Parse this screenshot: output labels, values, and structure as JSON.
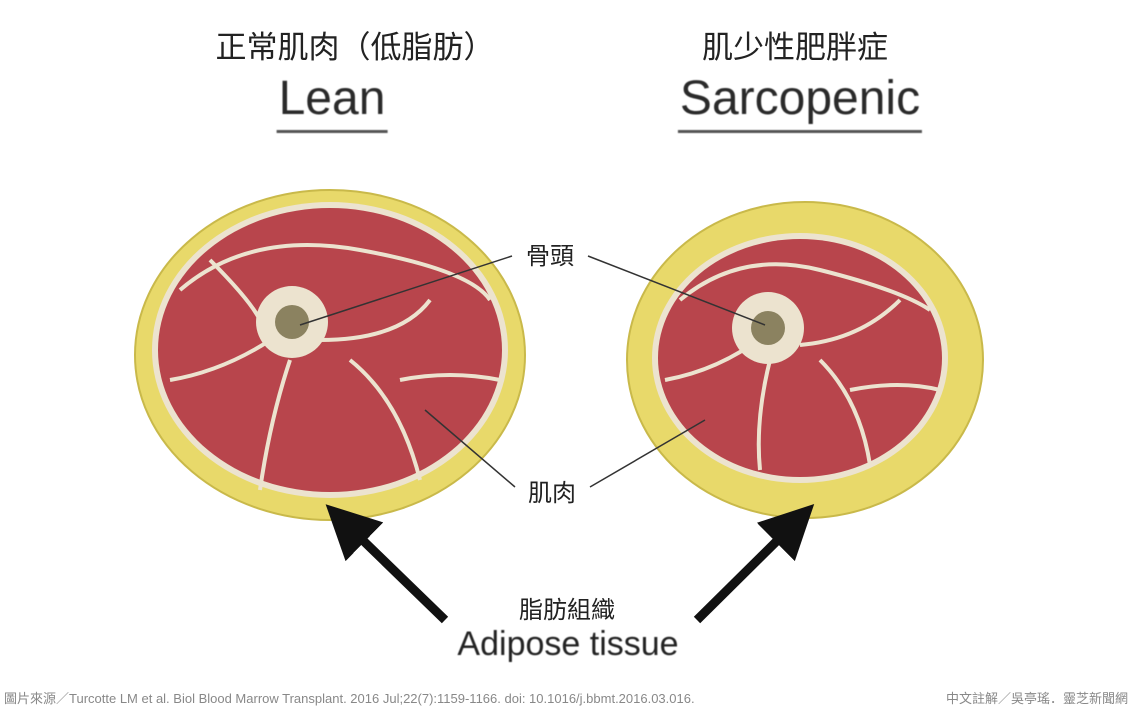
{
  "left": {
    "title_zh": "正常肌肉（低脂肪）",
    "title_en": "Lean"
  },
  "right": {
    "title_zh": "肌少性肥胖症",
    "title_en": "Sarcopenic"
  },
  "labels": {
    "bone": "骨頭",
    "muscle": "肌肉",
    "adipose_zh": "脂肪組織",
    "adipose_en": "Adipose tissue"
  },
  "footer": {
    "source": "圖片來源／Turcotte LM et al. Biol Blood Marrow Transplant. 2016 Jul;22(7):1159-1166. doi: 10.1016/j.bbmt.2016.03.016.",
    "credit": "中文註解／吳亭瑤．靈芝新聞網"
  },
  "colors": {
    "fat": "#e8d96a",
    "muscle": "#b8454c",
    "fascia": "#ece3cf",
    "bone_marrow": "#8b8260"
  }
}
